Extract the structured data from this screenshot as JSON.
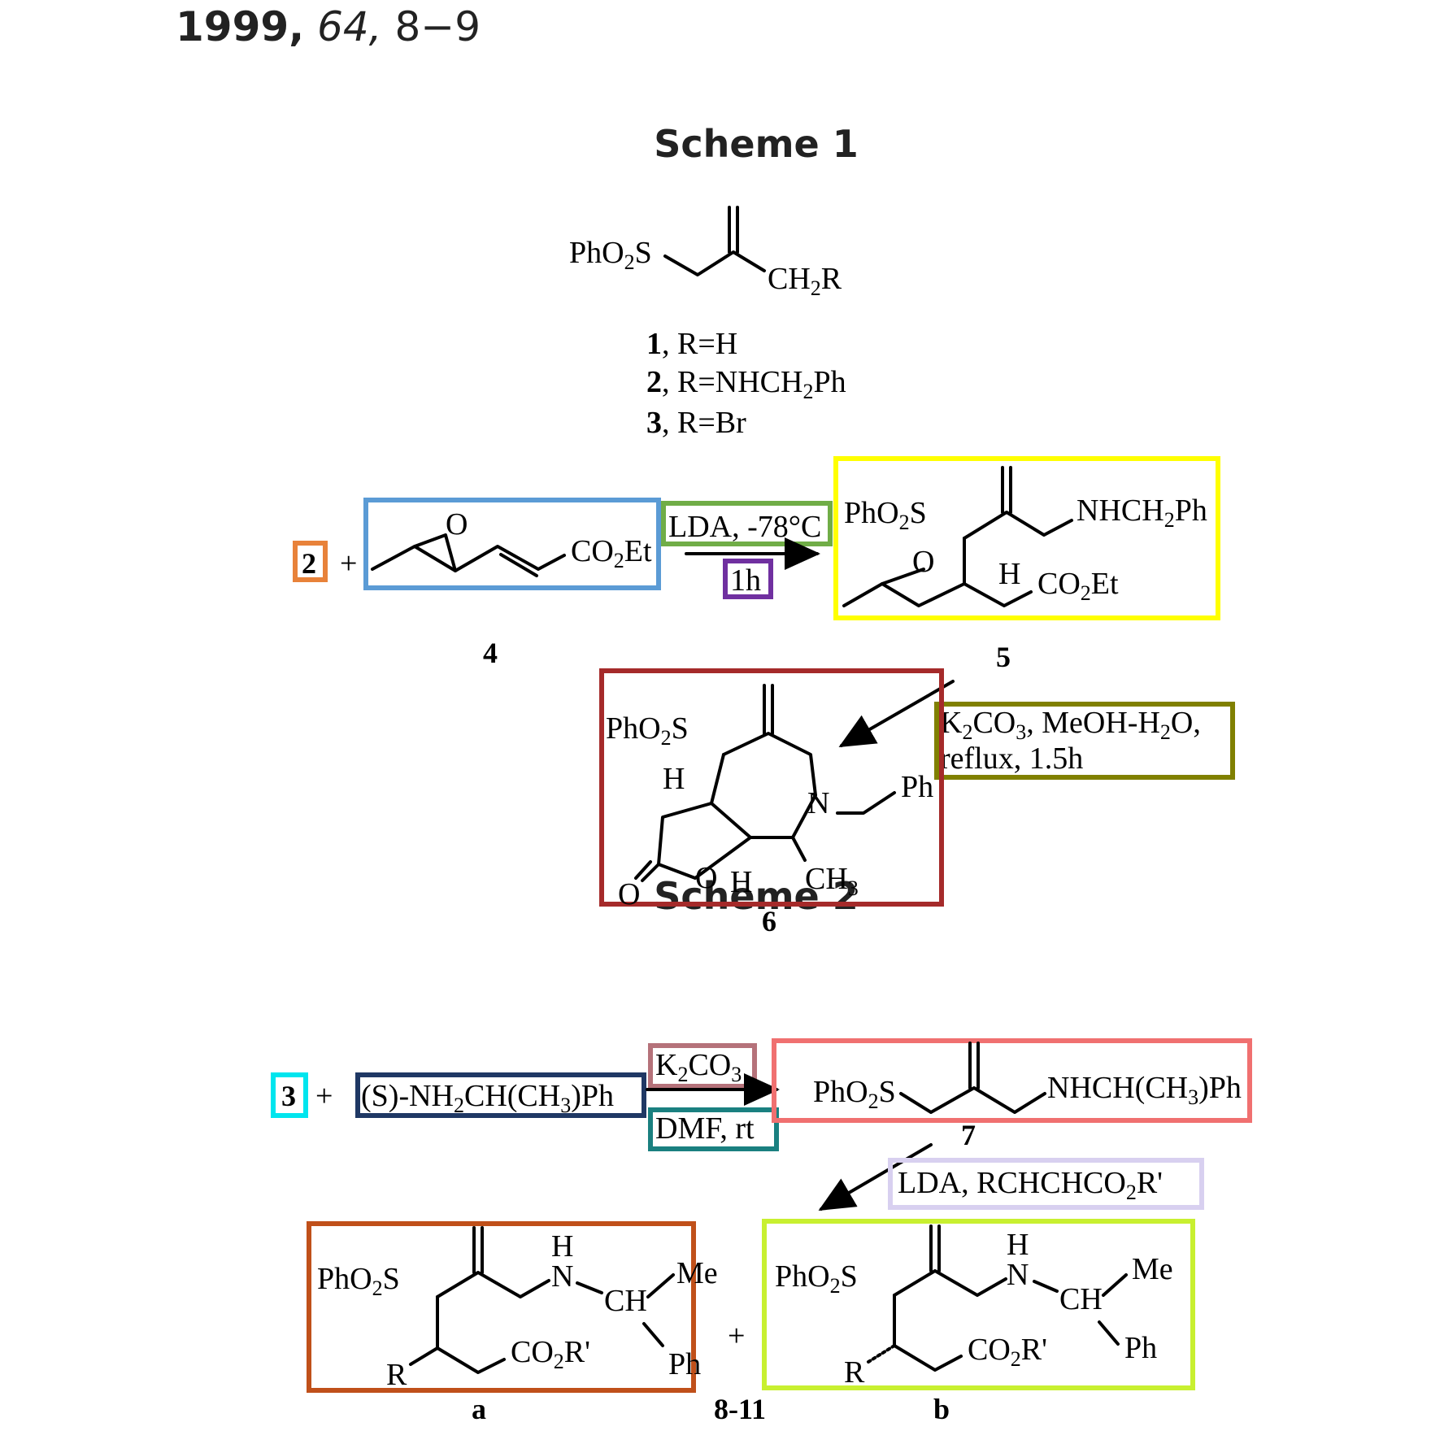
{
  "citation": {
    "year": "1999,",
    "volume": "64,",
    "pages": "8−9"
  },
  "scheme1": {
    "title": "Scheme 1",
    "sulfone": {
      "left": "PhO",
      "left_sub": "2",
      "left_tail": "S",
      "right": "CH",
      "right_sub": "2",
      "right_tail": "R"
    },
    "definitions": [
      {
        "num": "1",
        "text": ", R=H"
      },
      {
        "num": "2",
        "text": ", R=NHCH",
        "sub": "2",
        "tail": "Ph"
      },
      {
        "num": "3",
        "text": ", R=Br"
      }
    ],
    "reactant_2": "2",
    "plus": "+",
    "epoxide": {
      "o": "O",
      "ester": "CO",
      "ester_sub": "2",
      "ester_tail": "Et"
    },
    "conditions_1": "LDA, -78°C",
    "conditions_2": "1h",
    "product_5": {
      "sulfone": "PhO",
      "sulfone_sub": "2",
      "sulfone_tail": "S",
      "amine": "NHCH",
      "amine_sub": "2",
      "amine_tail": "Ph",
      "o": "O",
      "h": "H",
      "ester": "CO",
      "ester_sub": "2",
      "ester_tail": "Et"
    },
    "label_4": "4",
    "label_5": "5",
    "conditions_3a": "K",
    "conditions_3a_sub": "2",
    "conditions_3b": "CO",
    "conditions_3b_sub": "3",
    "conditions_3c": ", MeOH-H",
    "conditions_3c_sub": "2",
    "conditions_3d": "O,",
    "conditions_4": "reflux, 1.5h",
    "product_6": {
      "sulfone": "PhO",
      "sulfone_sub": "2",
      "sulfone_tail": "S",
      "h1": "H",
      "n": "N",
      "ph": "Ph",
      "o_ring": "O",
      "h2": "H",
      "ch3": "CH",
      "ch3_sub": "3",
      "o_carbonyl": "O"
    },
    "label_6": "6"
  },
  "scheme2": {
    "title": "Scheme 2",
    "reactant_3": "3",
    "plus": "+",
    "amine": "(S)-NH",
    "amine_sub1": "2",
    "amine_mid": "CH(CH",
    "amine_sub2": "3",
    "amine_tail": ")Ph",
    "conditions_1": "K",
    "conditions_1_sub1": "2",
    "conditions_1_mid": "CO",
    "conditions_1_sub2": "3",
    "conditions_2": "DMF, rt",
    "product_7": {
      "sulfone": "PhO",
      "sulfone_sub": "2",
      "sulfone_tail": "S",
      "amine": "NHCH(CH",
      "amine_sub": "3",
      "amine_tail": ")Ph"
    },
    "label_7": "7",
    "conditions_3": "LDA, RCHCHCO",
    "conditions_3_sub": "2",
    "conditions_3_tail": "R'",
    "product_a": {
      "sulfone": "PhO",
      "sulfone_sub": "2",
      "sulfone_tail": "S",
      "h": "H",
      "n": "N",
      "ch": "CH",
      "me": "Me",
      "ph": "Ph",
      "r": "R",
      "ester": "CO",
      "ester_sub": "2",
      "ester_tail": "R'"
    },
    "product_b": {
      "sulfone": "PhO",
      "sulfone_sub": "2",
      "sulfone_tail": "S",
      "h": "H",
      "n": "N",
      "ch": "CH",
      "me": "Me",
      "ph": "Ph",
      "r": "R",
      "ester": "CO",
      "ester_sub": "2",
      "ester_tail": "R'"
    },
    "label_a": "a",
    "label_b": "b",
    "label_range": "8-11"
  },
  "highlight_colors": {
    "reactant_2": "#e8823a",
    "epoxide_4": "#5b9bd5",
    "cond_lda": "#70ad47",
    "cond_1h": "#7030a0",
    "product_5": "#ffff00",
    "product_6": "#a52a2a",
    "cond_k2co3_reflux": "#808000",
    "reactant_3": "#00e5ee",
    "amine": "#1f3864",
    "cond_k2co3": "#b5727a",
    "cond_dmf": "#1a8080",
    "product_7": "#f07070",
    "cond_lda_2": "#d8d0f0",
    "product_a": "#c0501a",
    "product_b": "#c8f030"
  }
}
